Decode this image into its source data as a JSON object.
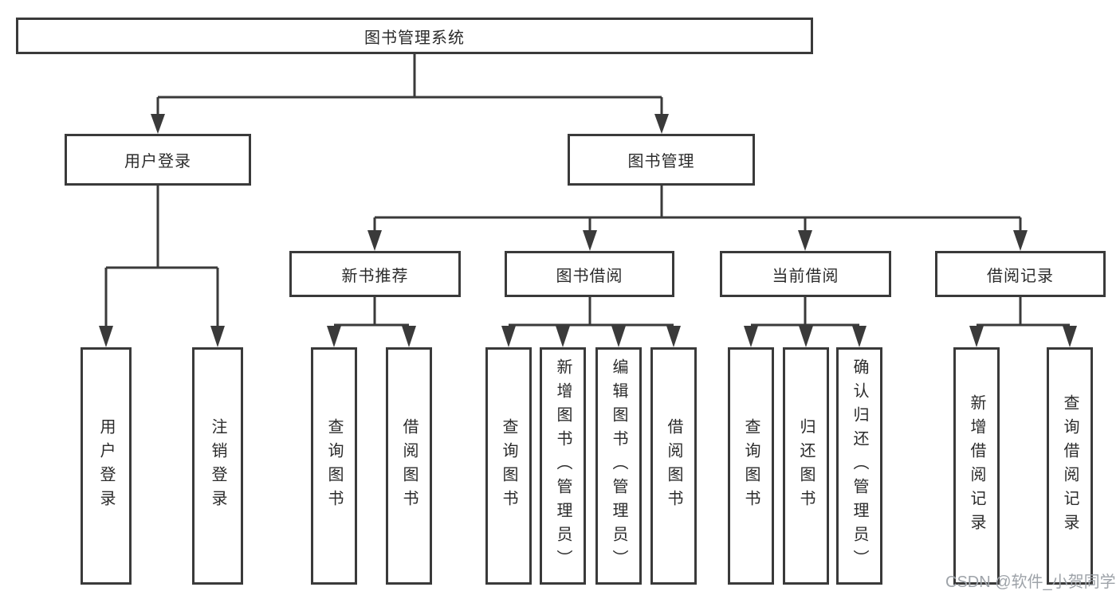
{
  "diagram": {
    "root": {
      "label": "图书管理系统"
    },
    "level2": [
      {
        "label": "用户登录"
      },
      {
        "label": "图书管理"
      }
    ],
    "level3": [
      {
        "label": "新书推荐"
      },
      {
        "label": "图书借阅"
      },
      {
        "label": "当前借阅"
      },
      {
        "label": "借阅记录"
      }
    ],
    "leaves": {
      "userLogin": [
        {
          "label": "用户登录"
        },
        {
          "label": "注销登录"
        }
      ],
      "newBook": [
        {
          "label": "查询图书"
        },
        {
          "label": "借阅图书"
        }
      ],
      "bookBorrow": [
        {
          "label": "查询图书"
        },
        {
          "label": "新增图书（管理员）"
        },
        {
          "label": "编辑图书（管理员）"
        },
        {
          "label": "借阅图书"
        }
      ],
      "currentBorrow": [
        {
          "label": "查询图书"
        },
        {
          "label": "归还图书"
        },
        {
          "label": "确认归还（管理员）"
        }
      ],
      "borrowRecords": [
        {
          "label": "新增借阅记录"
        },
        {
          "label": "查询借阅记录"
        }
      ]
    }
  },
  "watermark": {
    "text": "CSDN @软件_小贺同学"
  },
  "colors": {
    "line": "#3a3a3a",
    "text": "#2b2b2b",
    "box_fill": "#ffffff",
    "watermark": "#9ea3a9",
    "background": "#ffffff"
  }
}
